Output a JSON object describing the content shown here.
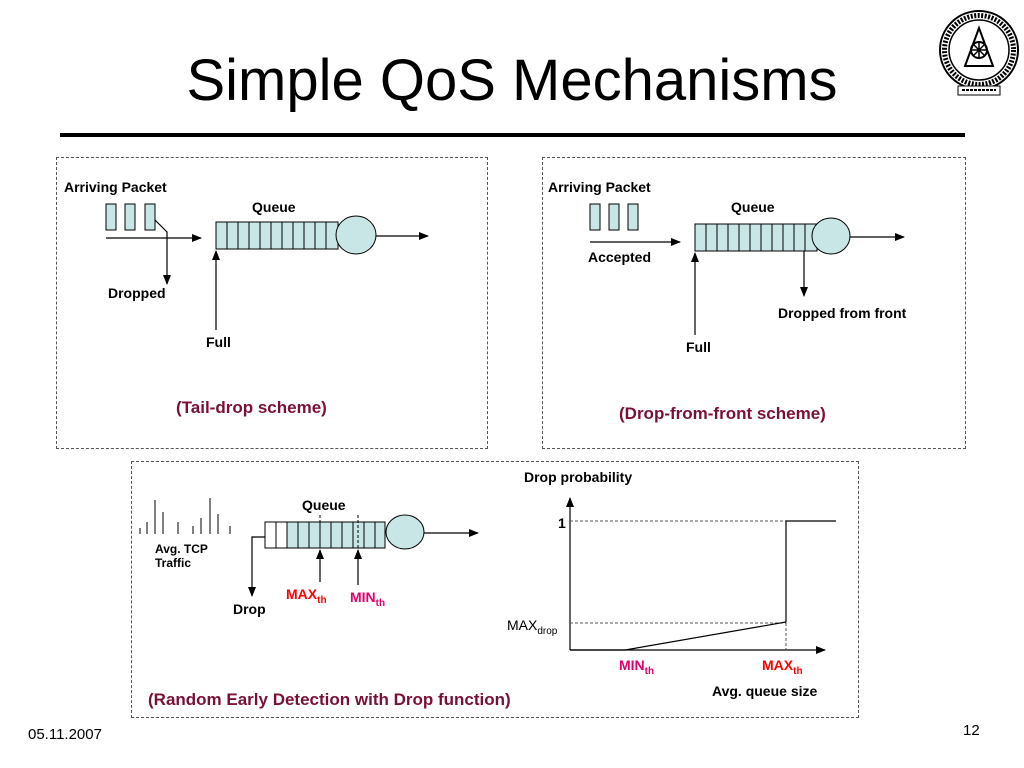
{
  "slide": {
    "title": "Simple QoS Mechanisms",
    "date": "05.11.2007",
    "page_number": "12"
  },
  "tail_drop": {
    "arriving_label": "Arriving Packet",
    "queue_label": "Queue",
    "dropped_label": "Dropped",
    "full_label": "Full",
    "caption": "(Tail-drop scheme)"
  },
  "drop_front": {
    "arriving_label": "Arriving Packet",
    "queue_label": "Queue",
    "accepted_label": "Accepted",
    "dropped_label": "Dropped from front",
    "full_label": "Full",
    "caption": "(Drop-from-front scheme)"
  },
  "red": {
    "traffic_label_line1": "Avg. TCP",
    "traffic_label_line2": "Traffic",
    "queue_label": "Queue",
    "drop_label": "Drop",
    "max_th_main": "MAX",
    "max_th_sub": "th",
    "min_th_main": "MIN",
    "min_th_sub": "th",
    "caption": "(Random Early Detection with Drop function)"
  },
  "red_graph": {
    "y_title": "Drop probability",
    "y_tick_one": "1",
    "max_drop_main": "MAX",
    "max_drop_sub": "drop",
    "x_min_main": "MIN",
    "x_min_sub": "th",
    "x_max_main": "MAX",
    "x_max_sub": "th",
    "x_title": "Avg. queue size"
  },
  "colors": {
    "queue_fill": "#c8e6e6",
    "caption": "#7a1038",
    "max_label": "#ff0000",
    "min_label": "#e0006e"
  }
}
